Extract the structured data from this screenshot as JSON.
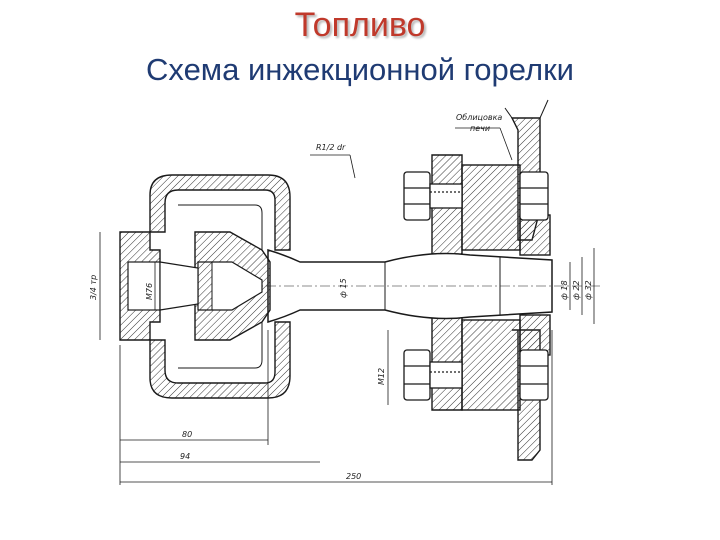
{
  "header": {
    "title": "Топливо",
    "subtitle": "Схема инжекционной горелки"
  },
  "drawing": {
    "labels": {
      "facing": "Облицовка",
      "furnace": "печи",
      "thread_top": "R1/2 dr",
      "thread_pipe": "3/4 тр",
      "m76": "M76",
      "m12": "M12",
      "d15": "ф 15",
      "d18": "ф 18",
      "d22": "ф 22",
      "d32": "ф 32",
      "dim80": "80",
      "dim94": "94",
      "dim250": "250"
    },
    "colors": {
      "line": "#1a1a1a",
      "hatch": "#333333",
      "title": "#c0392b",
      "subtitle": "#1f3b73"
    }
  }
}
